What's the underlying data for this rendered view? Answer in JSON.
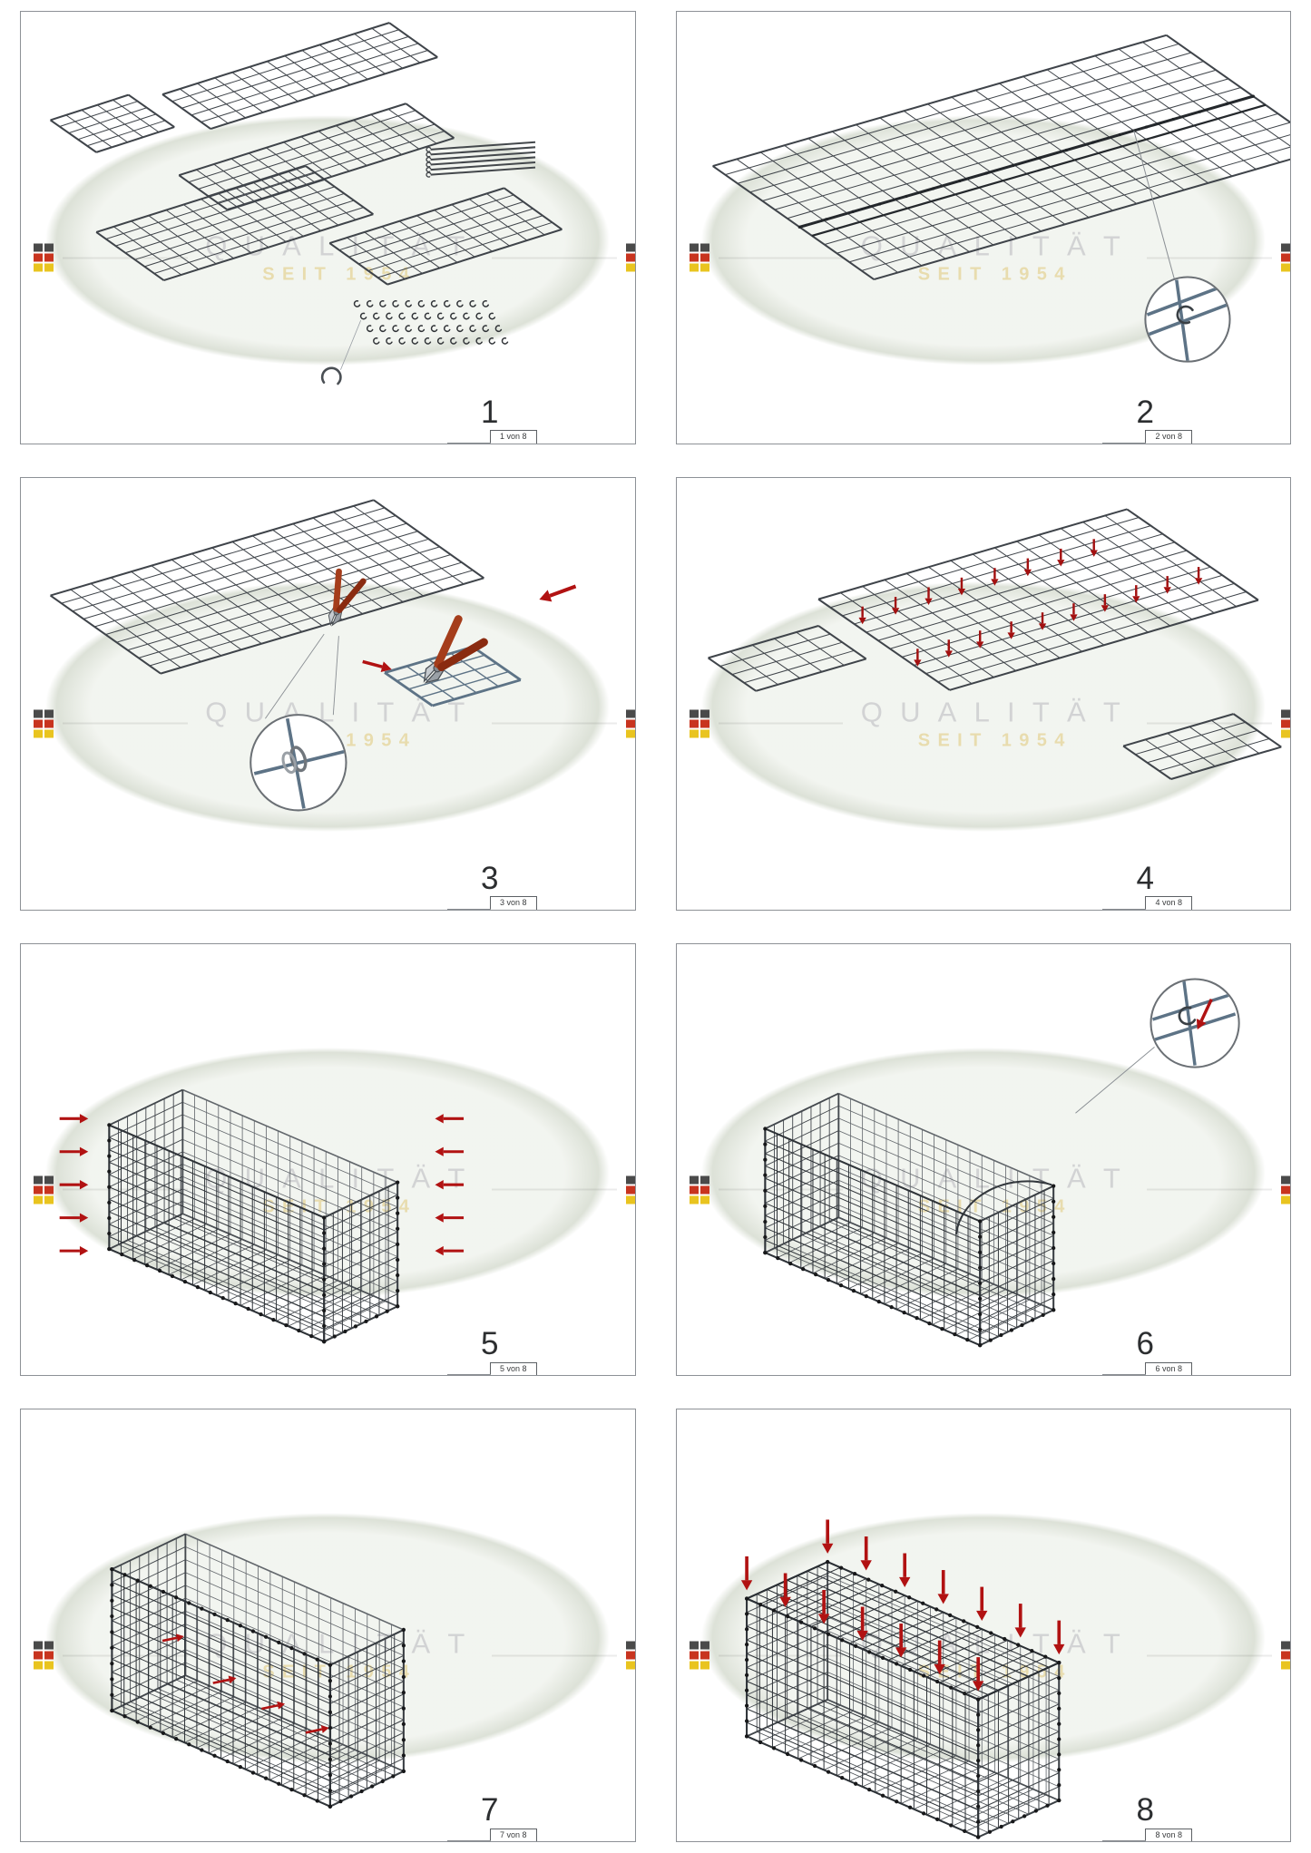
{
  "watermark": {
    "line1": "QUALITÄT",
    "line2": "SEIT 1954",
    "text_color": "#d2d3d4",
    "subtext_color": "#e8dcae",
    "logo_colors": [
      "#4a4a4a",
      "#c8341f",
      "#e9c41f"
    ]
  },
  "accents": {
    "arrow_red": "#b11212",
    "mesh_dark": "#3f444a",
    "zoom_wire_blue": "#5d7386"
  },
  "panels": [
    {
      "number": "1",
      "footer": "1 von 8"
    },
    {
      "number": "2",
      "footer": "2 von 8"
    },
    {
      "number": "3",
      "footer": "3 von 8"
    },
    {
      "number": "4",
      "footer": "4 von 8"
    },
    {
      "number": "5",
      "footer": "5 von 8"
    },
    {
      "number": "6",
      "footer": "6 von 8"
    },
    {
      "number": "7",
      "footer": "7 von 8"
    },
    {
      "number": "8",
      "footer": "8 von 8"
    }
  ]
}
